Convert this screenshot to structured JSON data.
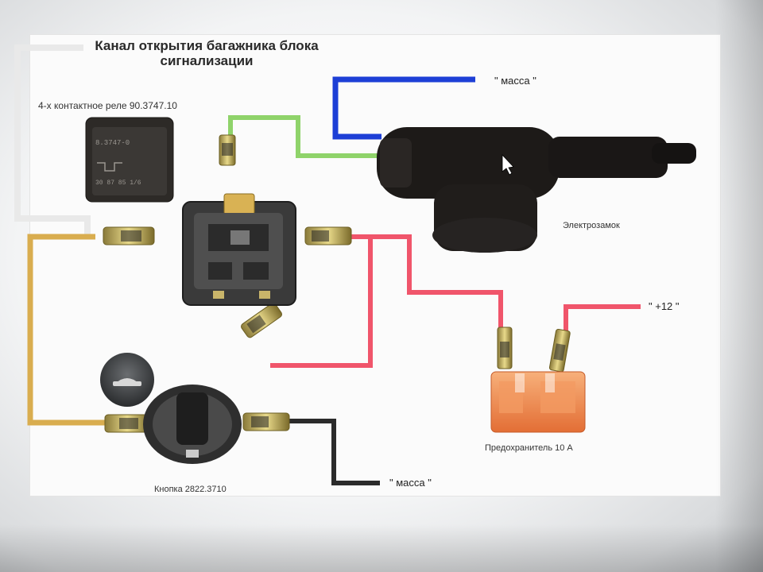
{
  "title_line1": "Канал открытия багажника блока",
  "title_line2": "сигнализации",
  "relay_label": "4-х контактное реле 90.3747.10",
  "lock_label": "Электрозамок",
  "ground_top": "\" масса \"",
  "ground_bottom": "\" масса \"",
  "plus12": "\" +12 \"",
  "fuse_label": "Предохранитель 10 А",
  "button_label": "Кнопка 2822.3710",
  "colors": {
    "blue_wire": "#1d3fd6",
    "green_wire": "#8fd36a",
    "red_wire": "#f0556b",
    "yellow_wire": "#d9ad4f",
    "black_wire": "#2b2b2b",
    "fuse": "#f08a4b"
  }
}
